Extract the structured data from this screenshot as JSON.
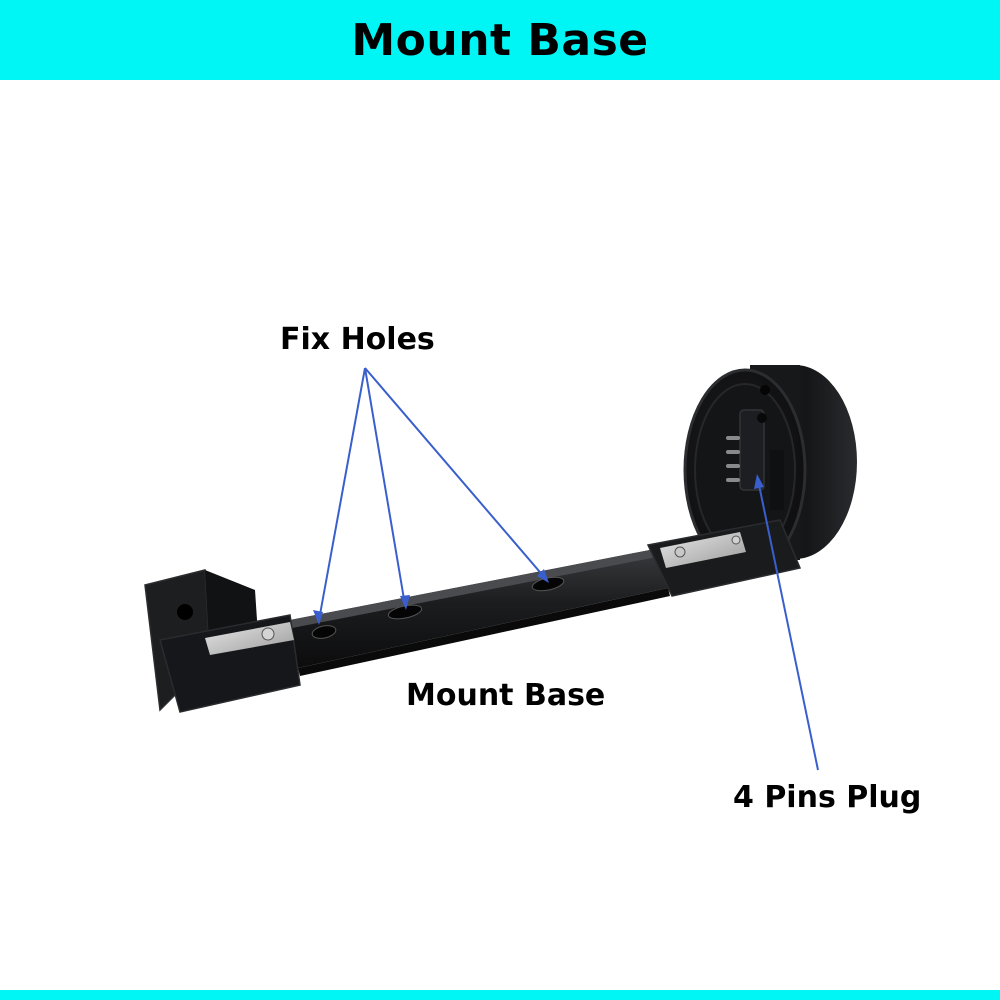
{
  "title": "Mount Base",
  "labels": {
    "fix_holes": "Fix Holes",
    "mount_base": "Mount Base",
    "pins_plug": "4 Pins Plug"
  },
  "colors": {
    "banner": "#00f5f5",
    "arrow": "#3a5fcd",
    "product": "#1b1c1e"
  }
}
